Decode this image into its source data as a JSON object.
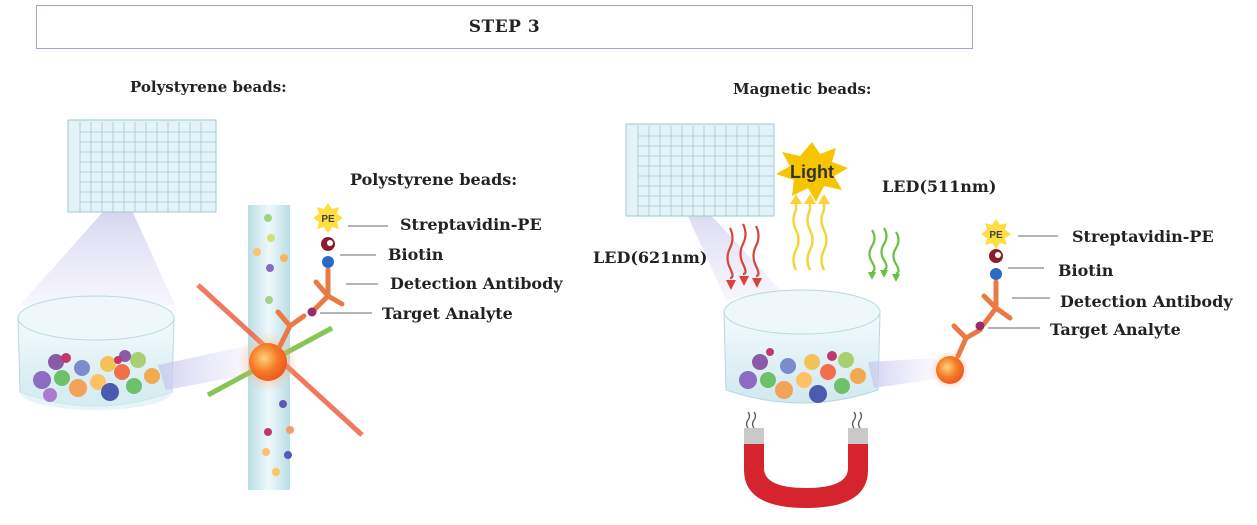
{
  "header": {
    "title": "STEP 3"
  },
  "left": {
    "section_title": "Polystyrene beads:",
    "detail_title": "Polystyrene beads:",
    "labels": {
      "streptavidin": "Streptavidin-PE",
      "biotin": "Biotin",
      "detection": "Detection Antibody",
      "target": "Target Analyte"
    },
    "pe_tag": "PE"
  },
  "right": {
    "section_title": "Magnetic beads:",
    "light_text": "Light",
    "led_511": "LED(511nm)",
    "led_621": "LED(621nm)",
    "labels": {
      "streptavidin": "Streptavidin-PE",
      "biotin": "Biotin",
      "detection": "Detection Antibody",
      "target": "Target Analyte"
    },
    "pe_tag": "PE"
  },
  "colors": {
    "border": "#a9a0cc",
    "tube": "#cfe8ee",
    "laser_red": "#ee6a4e",
    "laser_green": "#7cbf45",
    "bead_orange": "#f07a28",
    "magnet_red": "#d6242e",
    "light_yellow": "#f7c500",
    "antibody_orange": "#ea7a45"
  }
}
